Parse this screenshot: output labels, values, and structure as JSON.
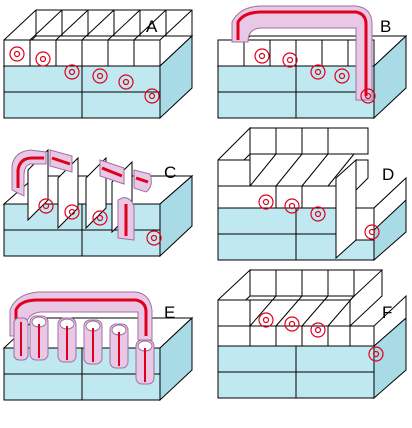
{
  "panels": [
    {
      "id": "A",
      "label": "A"
    },
    {
      "id": "B",
      "label": "B"
    },
    {
      "id": "C",
      "label": "C"
    },
    {
      "id": "D",
      "label": "D"
    },
    {
      "id": "E",
      "label": "E"
    },
    {
      "id": "F",
      "label": "F"
    }
  ],
  "colors": {
    "base_blue": "#bfe8f0",
    "base_blue_dark": "#a9dbe6",
    "cube_white": "#ffffff",
    "outline": "#000000",
    "pink_fill": "#e8c8e4",
    "pink_dark": "#d9a8d6",
    "red_line": "#e0001e",
    "swirl": "#e0001e"
  }
}
